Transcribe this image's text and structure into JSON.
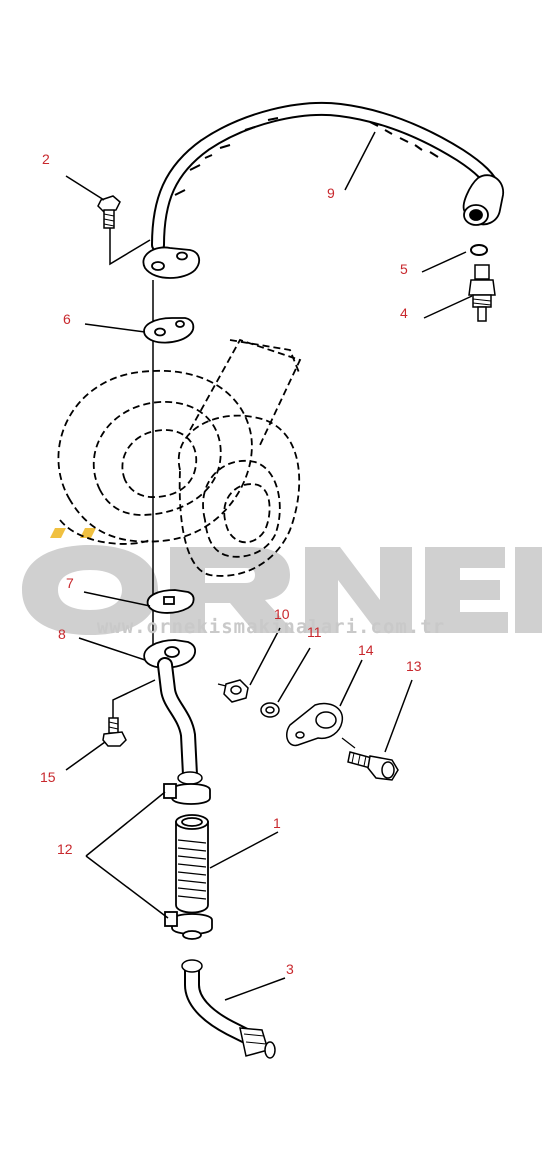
{
  "diagram": {
    "callouts": [
      {
        "id": "c1",
        "text": "1"
      },
      {
        "id": "c2",
        "text": "2"
      },
      {
        "id": "c3",
        "text": "3"
      },
      {
        "id": "c4",
        "text": "4"
      },
      {
        "id": "c5",
        "text": "5"
      },
      {
        "id": "c6",
        "text": "6"
      },
      {
        "id": "c7",
        "text": "7"
      },
      {
        "id": "c8",
        "text": "8"
      },
      {
        "id": "c9",
        "text": "9"
      },
      {
        "id": "c10",
        "text": "10"
      },
      {
        "id": "c11",
        "text": "11"
      },
      {
        "id": "c12",
        "text": "12"
      },
      {
        "id": "c13",
        "text": "13"
      },
      {
        "id": "c14",
        "text": "14"
      },
      {
        "id": "c15",
        "text": "15"
      }
    ]
  },
  "watermark": {
    "logo_text": "ÖRNEK",
    "url_text": "www.ornekismakinalari.com.tr",
    "color": "#c9c9c9",
    "accent_color": "#f0c040"
  },
  "colors": {
    "label": "#c8282d",
    "line": "#000000"
  }
}
